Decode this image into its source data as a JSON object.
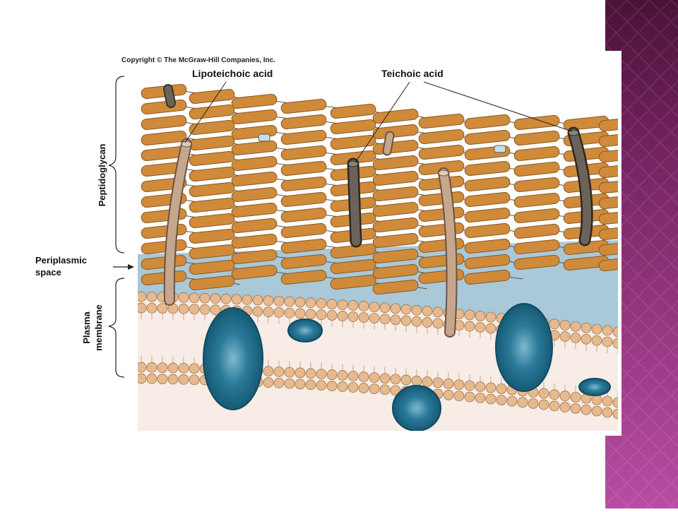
{
  "figure": {
    "copyright": "Copyright © The McGraw-Hill Companies, Inc.",
    "labels": {
      "lipoteichoic": "Lipoteichoic acid",
      "teichoic": "Teichoic acid",
      "peptidoglycan": "Peptidoglycan",
      "periplasmic_1": "Periplasmic",
      "periplasmic_2": "space",
      "plasma_1": "Plasma",
      "plasma_2": "membrane"
    }
  },
  "colors": {
    "sidebar_dark": "#4a1238",
    "sidebar_light": "#b0479a",
    "peptidoglycan": "#cf8a3a",
    "periplasm": "#a9c8d8",
    "lipid_head": "#e6b98e",
    "protein": "#1f6a88",
    "teichoic": "#5a524c",
    "lipoteichoic": "#b89a82"
  }
}
